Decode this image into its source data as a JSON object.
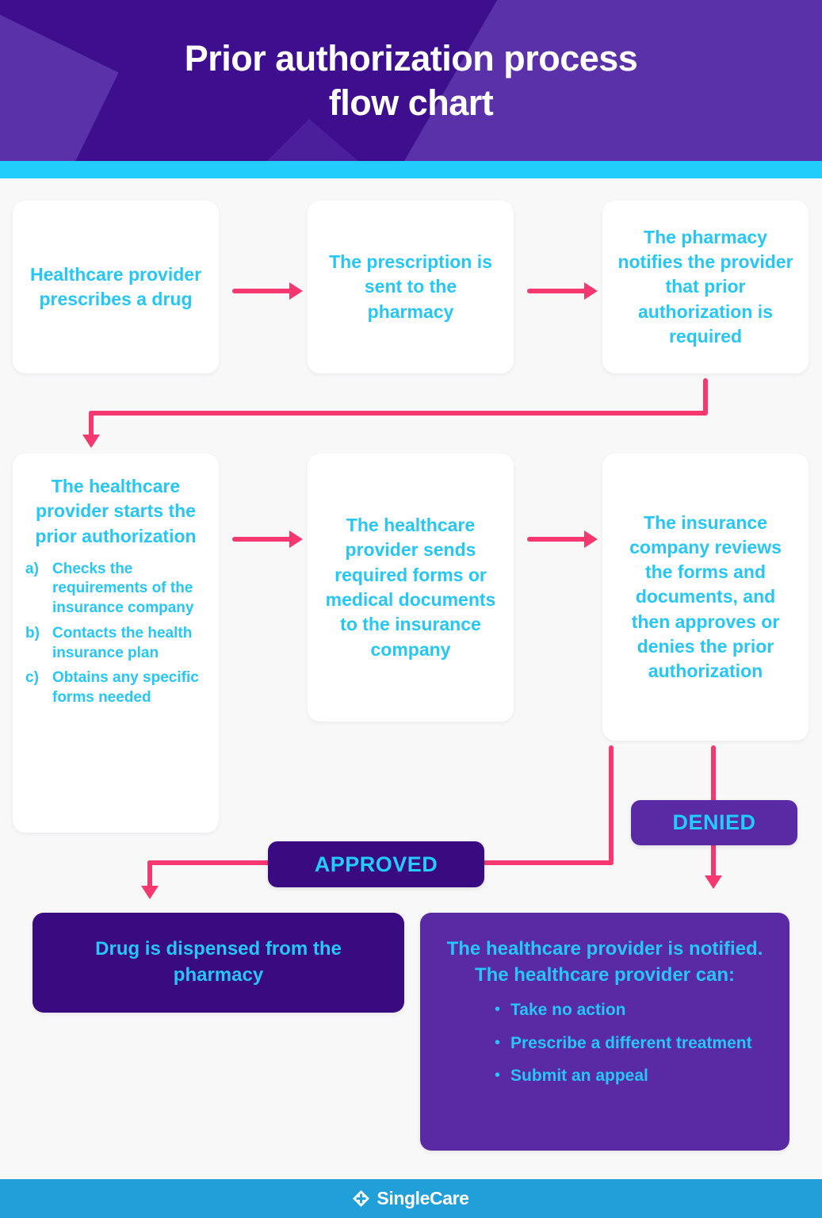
{
  "header": {
    "title": "Prior authorization process flow chart",
    "title_line1": "Prior authorization process",
    "title_line2": "flow chart",
    "bg_color": "#3d0f8e",
    "accent_color": "#5a31a8",
    "accent_bar_color": "#22ccfb"
  },
  "theme": {
    "page_bg": "#f8f8f9",
    "card_bg": "#ffffff",
    "text_cyan": "#26c6f5",
    "arrow_pink": "#f5386f",
    "approved_purple": "#3a0b80",
    "denied_purple": "#5a2aa5",
    "footer_blue": "#219fd8"
  },
  "flow": {
    "step1": {
      "text": "Healthcare provider prescribes a drug"
    },
    "step2": {
      "text": "The prescription is sent to the pharmacy"
    },
    "step3": {
      "text": "The pharmacy notifies the provider that prior authorization is required"
    },
    "step4": {
      "text": "The healthcare provider starts the prior authorization",
      "substeps": [
        {
          "marker": "a)",
          "text": "Checks the requirements of the insurance company"
        },
        {
          "marker": "b)",
          "text": "Contacts the health insurance plan"
        },
        {
          "marker": "c)",
          "text": "Obtains any specific forms needed"
        }
      ]
    },
    "step5": {
      "text": "The healthcare provider sends required forms or medical documents to the insurance company"
    },
    "step6": {
      "text": "The insurance company reviews the forms and documents, and then approves or denies the prior authorization"
    },
    "approved_badge": {
      "label": "APPROVED"
    },
    "denied_badge": {
      "label": "DENIED"
    },
    "approved_outcome": {
      "text": "Drug is dispensed from the pharmacy"
    },
    "denied_outcome": {
      "text": "The healthcare provider is notified. The healthcare provider can:",
      "options": [
        {
          "bullet": "•",
          "text": "Take no action"
        },
        {
          "bullet": "•",
          "text": "Prescribe a different treatment"
        },
        {
          "bullet": "•",
          "text": "Submit an appeal"
        }
      ]
    }
  },
  "footer": {
    "brand": "SingleCare",
    "logo_icon": "diamond-cross-logo-icon"
  }
}
